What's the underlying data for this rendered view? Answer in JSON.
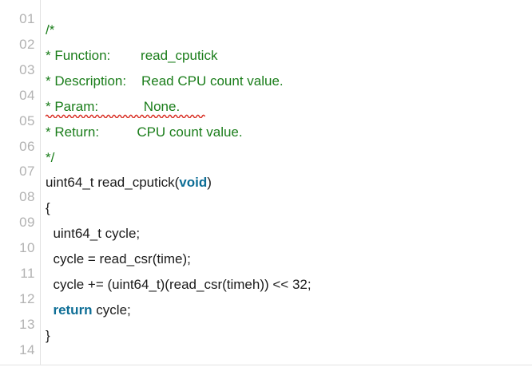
{
  "editor": {
    "language": "c",
    "colors": {
      "background": "#ffffff",
      "gutter_text": "#b2b2b2",
      "gutter_divider": "#e2e2e2",
      "code_text": "#1b1b1b",
      "comment": "#1a7d1a",
      "keyword": "#0e6e96",
      "spellcheck_underline": "#d93025"
    },
    "gutter": {
      "line_numbers": [
        "01",
        "02",
        "03",
        "04",
        "05",
        "06",
        "07",
        "08",
        "09",
        "10",
        "11",
        "12",
        "13",
        "14"
      ]
    },
    "lines": [
      {
        "number": "01",
        "tokens": [
          {
            "text": "/*",
            "type": "comment"
          }
        ]
      },
      {
        "number": "02",
        "tokens": [
          {
            "text": "* Function:        read_cputick",
            "type": "comment"
          }
        ]
      },
      {
        "number": "03",
        "tokens": [
          {
            "text": "* Description:    Read CPU count value.",
            "type": "comment"
          }
        ]
      },
      {
        "number": "04",
        "tokens": [
          {
            "text": "* Param:            None.",
            "type": "comment"
          }
        ],
        "spellcheck_error": true
      },
      {
        "number": "05",
        "tokens": [
          {
            "text": "* Return:          CPU count value.",
            "type": "comment"
          }
        ]
      },
      {
        "number": "06",
        "tokens": [
          {
            "text": "*/",
            "type": "comment"
          }
        ]
      },
      {
        "number": "07",
        "tokens": [
          {
            "text": "uint64_t read_cputick(",
            "type": "plain"
          },
          {
            "text": "void",
            "type": "keyword"
          },
          {
            "text": ")",
            "type": "plain"
          }
        ]
      },
      {
        "number": "08",
        "tokens": [
          {
            "text": "{",
            "type": "plain"
          }
        ]
      },
      {
        "number": "09",
        "tokens": [
          {
            "text": "  uint64_t cycle;",
            "type": "plain"
          }
        ]
      },
      {
        "number": "10",
        "tokens": [
          {
            "text": "  cycle = read_csr(time);",
            "type": "plain"
          }
        ]
      },
      {
        "number": "11",
        "tokens": [
          {
            "text": "  cycle += (uint64_t)(read_csr(timeh)) << 32;",
            "type": "plain"
          }
        ]
      },
      {
        "number": "12",
        "tokens": [
          {
            "text": "  ",
            "type": "plain"
          },
          {
            "text": "return",
            "type": "keyword"
          },
          {
            "text": " cycle;",
            "type": "plain"
          }
        ]
      },
      {
        "number": "13",
        "tokens": [
          {
            "text": "}",
            "type": "plain"
          }
        ]
      },
      {
        "number": "14",
        "tokens": []
      }
    ]
  }
}
